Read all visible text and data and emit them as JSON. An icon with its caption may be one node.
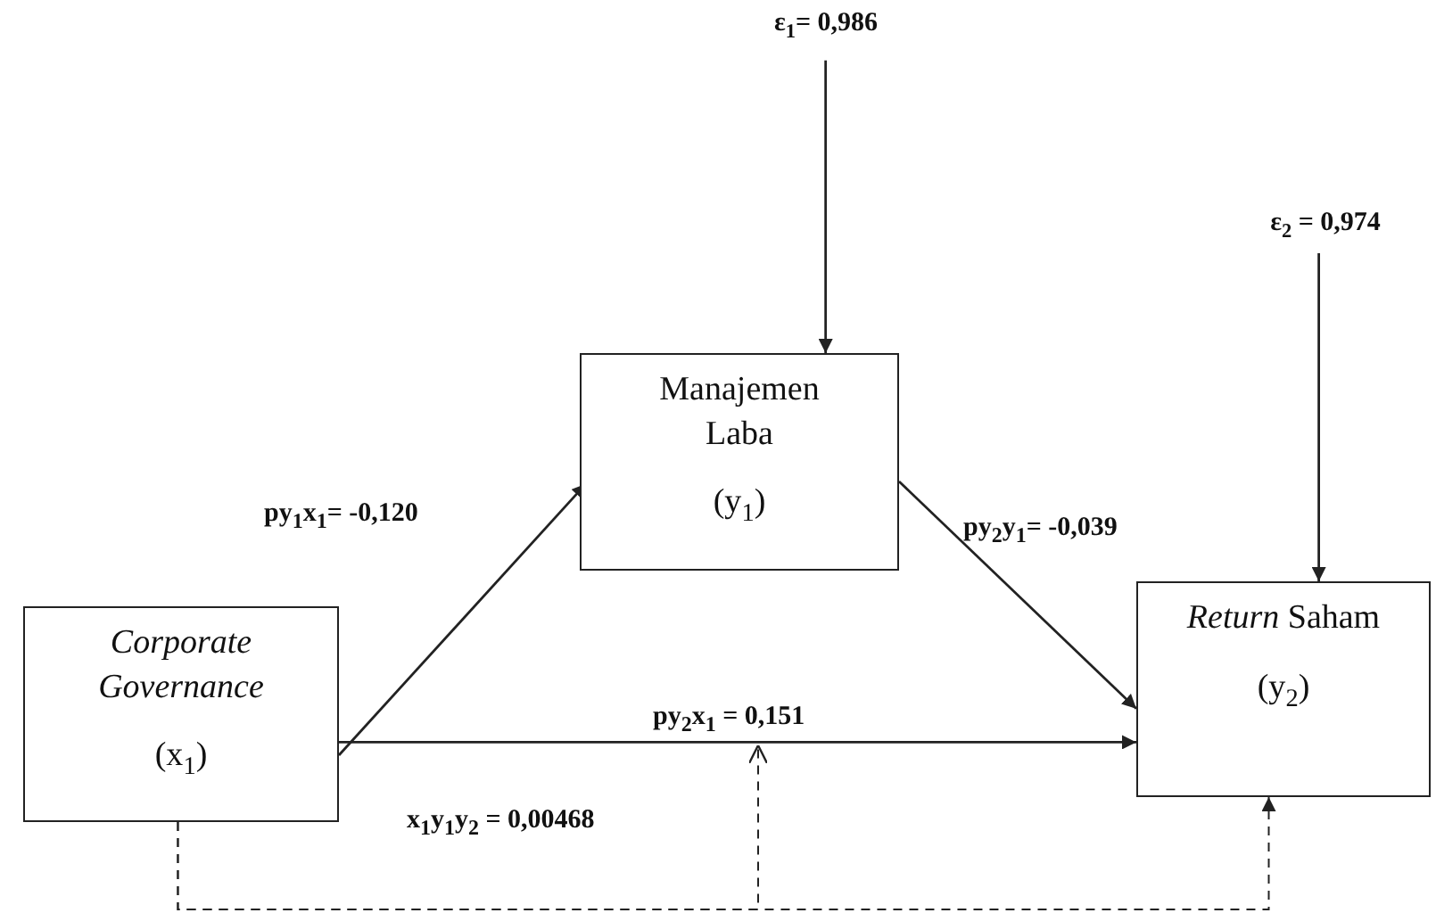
{
  "diagram": {
    "nodes": [
      {
        "text": [
          "Corporate Governance",
          "(x$_{1}$)"
        ]
      },
      {
        "text": [
          "Manajemen Laba",
          "(y$_{1}$)"
        ]
      },
      {
        "text": [
          "*Return* Saham",
          "(y$_{2}$)"
        ]
      },
      {
        "text": [
          "ε$_{1}$= 0,986"
        ]
      },
      {
        "text": [
          "ε$_{2}$ = 0,974"
        ]
      }
    ],
    "edges": [
      {
        "from": 0,
        "to": 1,
        "arrow": "to",
        "label": "py$_{1}$x$_{1}$= -0,120"
      },
      {
        "from": 1,
        "to": 2,
        "arrow": "to",
        "label": "py$_{2}$y$_{1}$= -0,039"
      },
      {
        "from": 0,
        "to": 2,
        "arrow": "to",
        "label": "py$_{2}$x$_{1}$ = 0,151"
      },
      {
        "from": 3,
        "to": 1,
        "arrow": "to"
      },
      {
        "from": 4,
        "to": 2,
        "arrow": "to"
      },
      {
        "from": 0,
        "to": 2,
        "arrow": "to",
        "style": "dashed",
        "label": "x$_{1}$y$_{1}$y$_{2}$ = 0,00468"
      },
      {
        "from": 0,
        "to": null,
        "arrow": "to",
        "style": "dashed"
      }
    ]
  }
}
